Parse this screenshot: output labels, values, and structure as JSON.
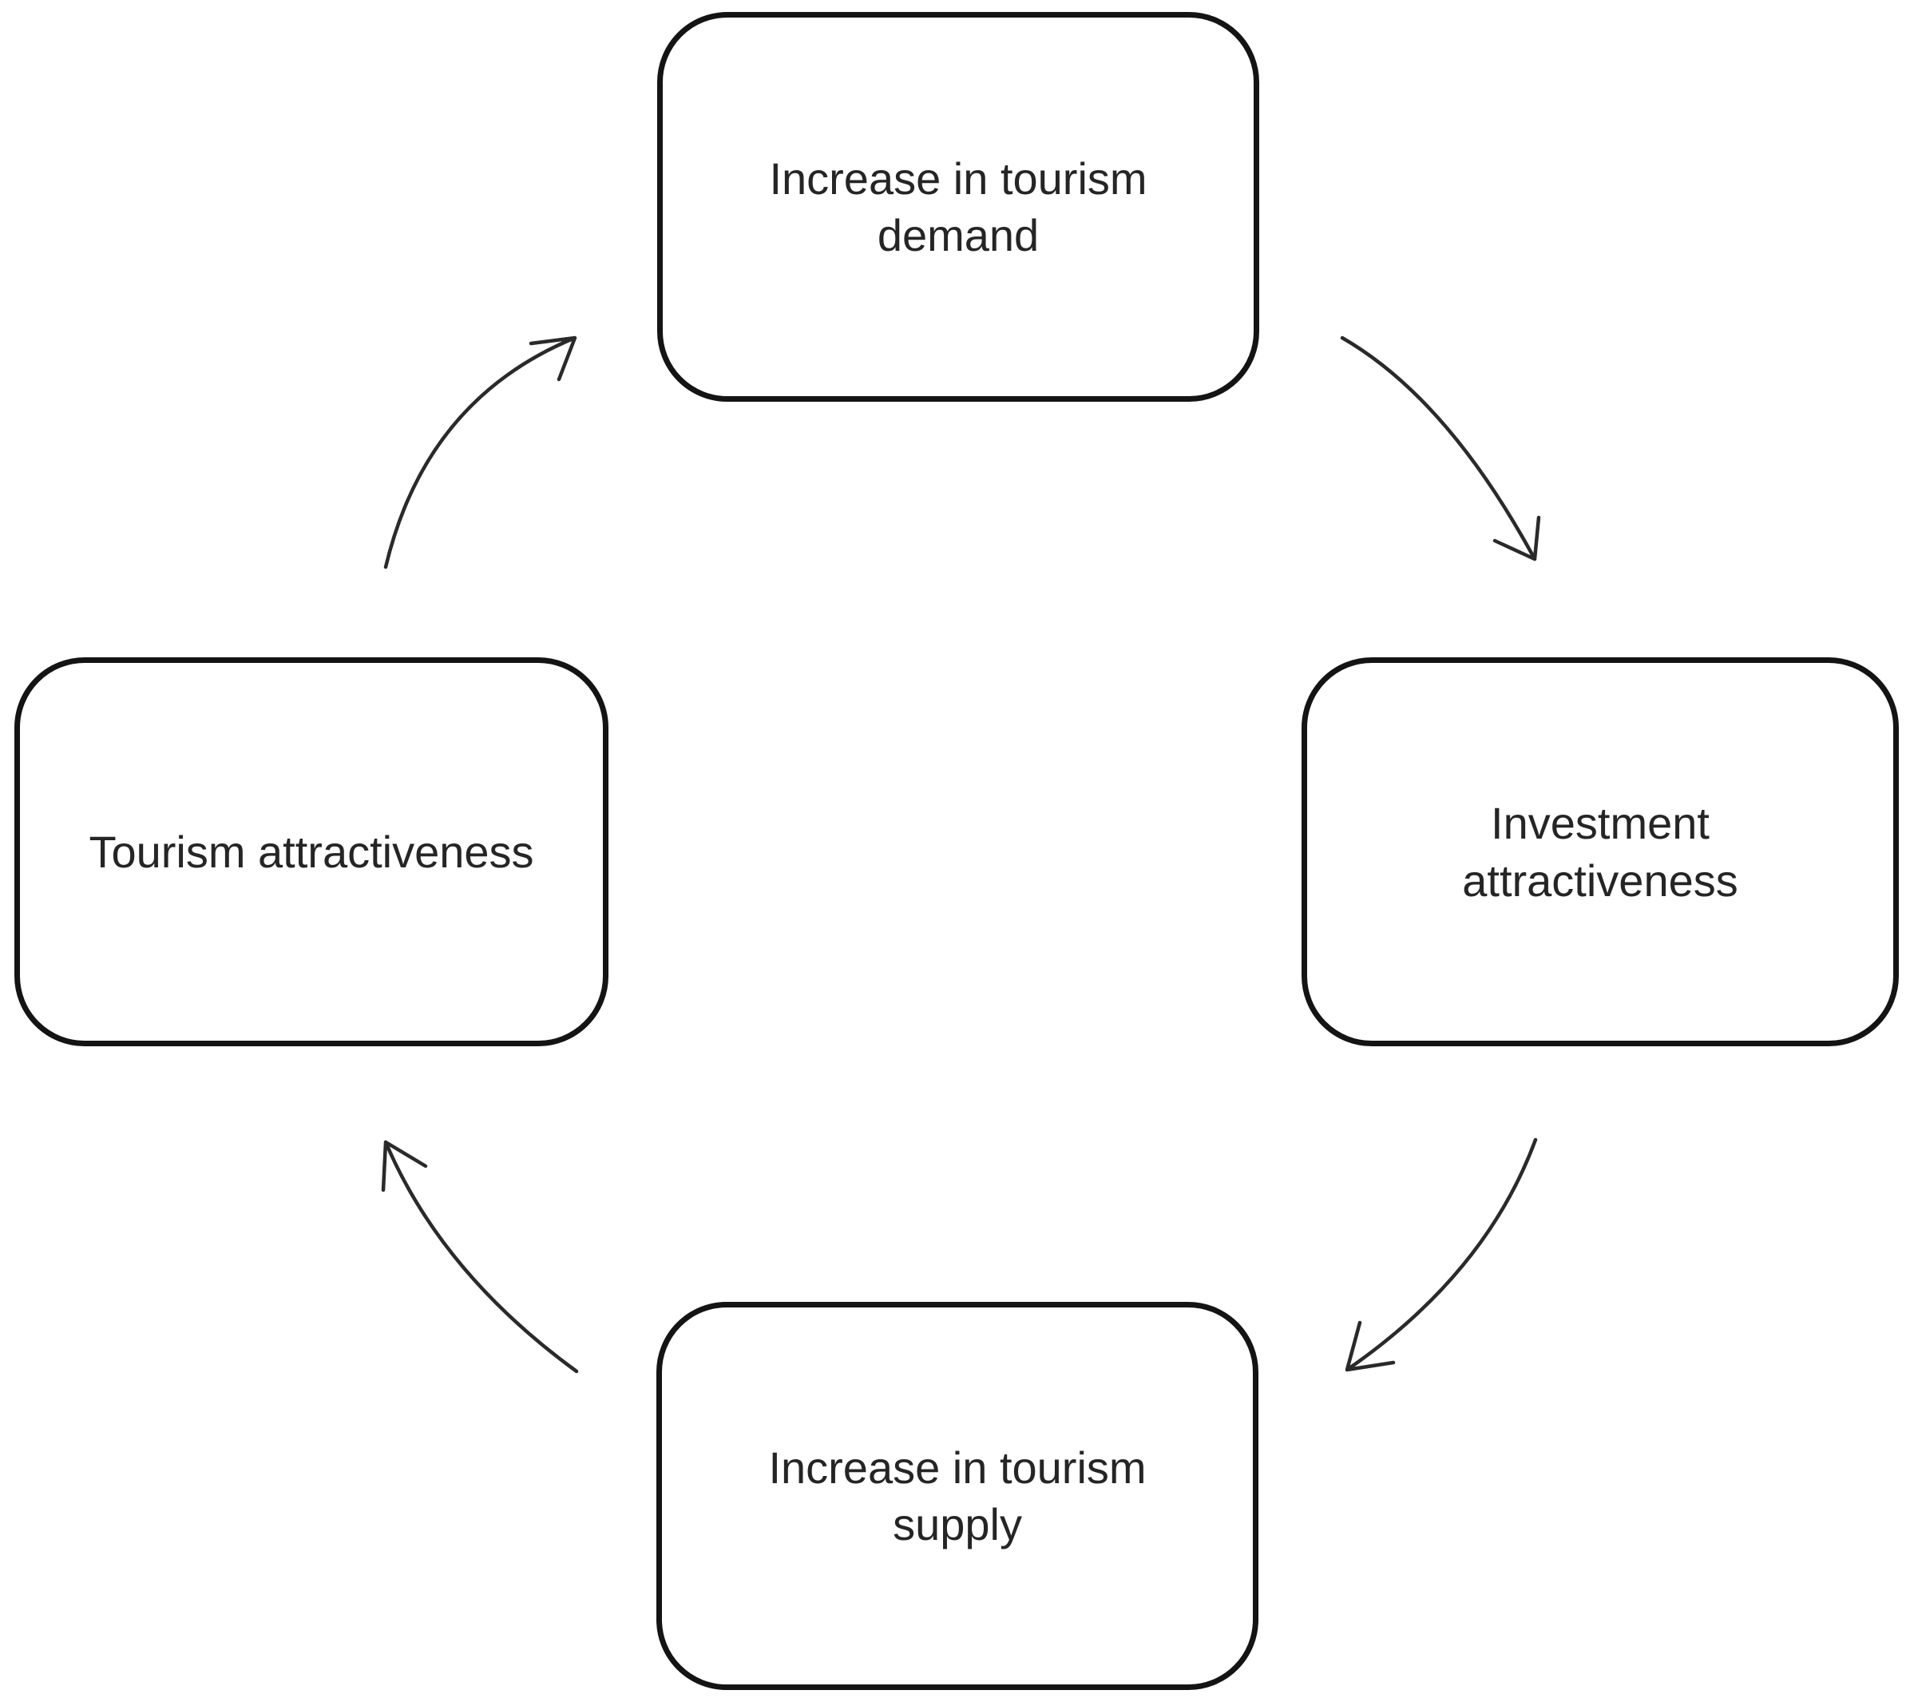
{
  "diagram": {
    "type": "cycle",
    "background_color": "#ffffff",
    "box_border_color": "#141414",
    "text_color": "#252525",
    "arrow_color": "#2a2a2a",
    "nodes": [
      {
        "id": "top",
        "label": "Increase in tourism demand"
      },
      {
        "id": "right",
        "label": "Investment attractiveness"
      },
      {
        "id": "bottom",
        "label": "Increase in tourism supply"
      },
      {
        "id": "left",
        "label": "Tourism attractiveness"
      }
    ],
    "edges": [
      {
        "from": "Increase in tourism demand",
        "to": "Investment attractiveness"
      },
      {
        "from": "Investment attractiveness",
        "to": "Increase in tourism supply"
      },
      {
        "from": "Increase in tourism supply",
        "to": "Tourism attractiveness"
      },
      {
        "from": "Tourism attractiveness",
        "to": "Increase in tourism demand"
      }
    ]
  }
}
